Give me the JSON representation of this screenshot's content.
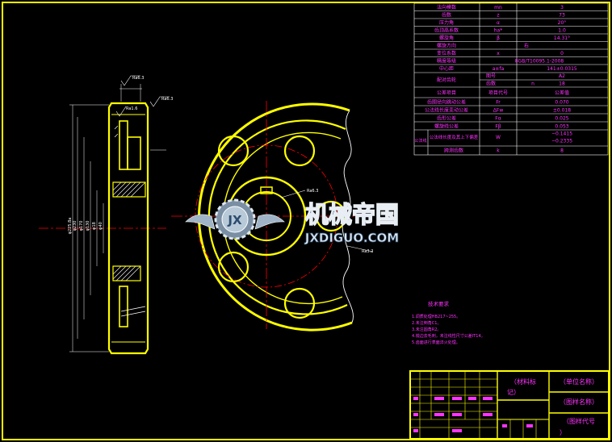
{
  "colors": {
    "background": "#000000",
    "frame": "#ffff00",
    "text": "#ff33ff",
    "center_line": "#ff0000",
    "white_text": "#ffffff"
  },
  "param_table": {
    "rows": [
      {
        "label": "法向模数",
        "symbol": "mn",
        "value": "3"
      },
      {
        "label": "齿数",
        "symbol": "z",
        "value": "73"
      },
      {
        "label": "压力角",
        "symbol": "α",
        "value": "20°"
      },
      {
        "label": "齿顶高系数",
        "symbol": "ha*",
        "value": "1.0"
      },
      {
        "label": "螺旋角",
        "symbol": "β",
        "value": "14.31°"
      },
      {
        "label": "螺旋方向",
        "symbol": "",
        "value": "右"
      },
      {
        "label": "变位系数",
        "symbol": "x",
        "value": "0"
      },
      {
        "label": "精度等级",
        "symbol": "",
        "value": "8GB/T10095.1-2008"
      },
      {
        "label": "中心距",
        "symbol": "a±fa",
        "value": "141±0.0315"
      }
    ],
    "mate": {
      "label": "配对齿轮",
      "rows": [
        {
          "sub": "图号",
          "symbol": "",
          "value": "A2"
        },
        {
          "sub": "齿数",
          "symbol": "n",
          "value": "18"
        }
      ]
    },
    "inspect_header": {
      "item": "公差项目",
      "code": "项目代号",
      "value": "公差值"
    },
    "inspect_rows": [
      {
        "label": "齿圈径向跳动公差",
        "symbol": "Fr",
        "value": "0.070"
      },
      {
        "label": "公法线长度变动公差",
        "symbol": "ΔFw",
        "value": "±0.018"
      },
      {
        "label": "齿形公差",
        "symbol": "Fα",
        "value": "0.025"
      },
      {
        "label": "螺旋线公差",
        "symbol": "Fβ",
        "value": "0.053"
      }
    ],
    "span": {
      "group": "公法线",
      "label": "公法线长度及其上下偏差",
      "symbol": "W",
      "value_top": "−0.1415",
      "value_bottom": "−0.2335"
    },
    "span_k": {
      "label": "跨测齿数",
      "symbol": "k",
      "value": "8"
    }
  },
  "tech": {
    "title": "技术要求",
    "lines": [
      "1.调质处理HB217~255。",
      "2.未注倒角C1。",
      "3.未注圆角R2。",
      "4.锐边去毛刺，未注线性尺寸公差IT14。",
      "5.齿面进行表面淬火处理。"
    ]
  },
  "title_block": {
    "material": [
      "（材料标",
      "记）"
    ],
    "company": "（单位名称）",
    "drawing_name": "（图样名称）",
    "drawing_code": "（图样代号",
    "drawing_code_tail": "）"
  },
  "annotations": {
    "ra_top_left": "Ra6.3",
    "ra_top_right": "Ra6.3",
    "ra_hub": "Ra1.6",
    "ra_circle": "Ra6.3",
    "ra_bore": "Ra3.2",
    "dims": [
      "φ225.8a",
      "φ230",
      "φ170",
      "φ130",
      "φ18",
      "φ40"
    ]
  },
  "watermark": {
    "title": "机械帝国",
    "url": "JXDIGUO.COM",
    "badge": "JX"
  }
}
